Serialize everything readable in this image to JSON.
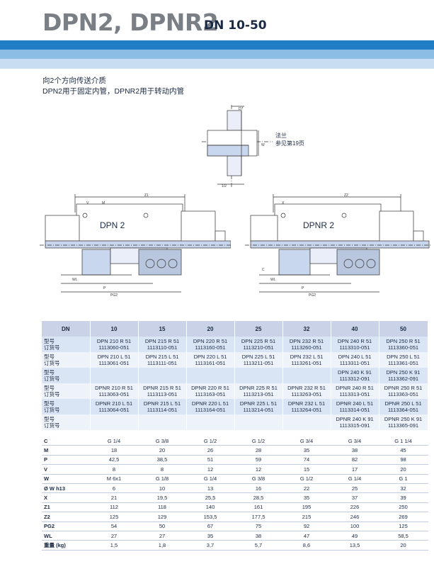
{
  "header": {
    "title": "DPN2, DPNR2",
    "subtitle": "DN 10-50"
  },
  "description": {
    "line1": "向2个方向传送介质",
    "line2": "DPN2用于固定内管，DPNR2用于转动内管"
  },
  "flange_note": {
    "line1": "法兰",
    "line2": "参见第19页"
  },
  "drawings": {
    "left_label": "DPN 2",
    "right_label": "DPNR 2",
    "dim_z1": "Z1",
    "dim_z2": "Z2",
    "dim_p": "P",
    "dim_pg2": "PG2",
    "dim_wl": "WL",
    "dim_v": "V",
    "dim_m": "M",
    "dim_x": "X",
    "dim_c": "C",
    "flange_w": "W",
    "flange_gt": "D7",
    "flange_bot": "1/2"
  },
  "table": {
    "dn_label": "DN",
    "sizes": [
      "10",
      "15",
      "20",
      "25",
      "32",
      "40",
      "50"
    ],
    "type_rows": [
      {
        "label1": "型号",
        "label2": "订货号",
        "cells": [
          [
            "DPN 210 R 51",
            "1113060-051"
          ],
          [
            "DPN 215 R 51",
            "1113110-051"
          ],
          [
            "DPN 220 R 51",
            "1113160-051"
          ],
          [
            "DPN 225 R 51",
            "1113210-051"
          ],
          [
            "DPN 232 R 51",
            "1113260-051"
          ],
          [
            "DPN 240 R 51",
            "1113310-051"
          ],
          [
            "DPN 250 R 51",
            "1113360-051"
          ]
        ]
      },
      {
        "label1": "型号",
        "label2": "订货号",
        "cells": [
          [
            "DPN 210 L 51",
            "1113061-051"
          ],
          [
            "DPN 215 L 51",
            "1113111-051"
          ],
          [
            "DPN 220 L 51",
            "1113161-051"
          ],
          [
            "DPN 225 L 51",
            "1113211-051"
          ],
          [
            "DPN 232 L 51",
            "1113261-051"
          ],
          [
            "DPN 240 L 51",
            "1113311-051"
          ],
          [
            "DPN 250 L 51",
            "1113361-051"
          ]
        ]
      },
      {
        "label1": "型号",
        "label2": "订货号",
        "cells": [
          [
            "",
            ""
          ],
          [
            "",
            ""
          ],
          [
            "",
            ""
          ],
          [
            "",
            ""
          ],
          [
            "",
            ""
          ],
          [
            "DPN 240 K 91",
            "1113312-091"
          ],
          [
            "DPN 250 K 91",
            "1113362-091"
          ]
        ]
      },
      {
        "label1": "型号",
        "label2": "订货号",
        "cells": [
          [
            "DPNR 210 R 51",
            "1113063-051"
          ],
          [
            "DPNR 215 R 51",
            "1113113-051"
          ],
          [
            "DPNR 220 R 51",
            "1113163-051"
          ],
          [
            "DPNR 225 R 51",
            "1113213-051"
          ],
          [
            "DPNR 232 R 51",
            "1113263-051"
          ],
          [
            "DPNR 240 R 51",
            "1113313-051"
          ],
          [
            "DPNR 250 R 51",
            "1113363-051"
          ]
        ]
      },
      {
        "label1": "型号",
        "label2": "订货号",
        "cells": [
          [
            "DPNR 210 L 51",
            "1113064-051"
          ],
          [
            "DPNR 215 L 51",
            "1113114-051"
          ],
          [
            "DPNR 220 L 51",
            "1113164-051"
          ],
          [
            "DPNR 225 L 51",
            "1113214-051"
          ],
          [
            "DPNR 232 L 51",
            "1113264-051"
          ],
          [
            "DPNR 240 L 51",
            "1113314-051"
          ],
          [
            "DPNR 250 L 51",
            "1113364-051"
          ]
        ]
      },
      {
        "label1": "型号",
        "label2": "订货号",
        "cells": [
          [
            "",
            ""
          ],
          [
            "",
            ""
          ],
          [
            "",
            ""
          ],
          [
            "",
            ""
          ],
          [
            "",
            ""
          ],
          [
            "DPNR 240 K 91",
            "1113315-091"
          ],
          [
            "DPNR 250 K 91",
            "1113365-091"
          ]
        ]
      }
    ],
    "spec_rows": [
      {
        "label": "C",
        "values": [
          "G 1/4",
          "G 3/8",
          "G 1/2",
          "G 1/2",
          "G 3/4",
          "G 3/4",
          "G 1 1/4"
        ]
      },
      {
        "label": "M",
        "values": [
          "18",
          "20",
          "26",
          "28",
          "35",
          "38",
          "45"
        ]
      },
      {
        "label": "P",
        "values": [
          "42,5",
          "38,5",
          "51",
          "59",
          "74",
          "82",
          "98"
        ]
      },
      {
        "label": "V",
        "values": [
          "8",
          "8",
          "12",
          "12",
          "15",
          "17",
          "20"
        ]
      },
      {
        "label": "W",
        "values": [
          "M 6x1",
          "G 1/8",
          "G 1/4",
          "G 3/8",
          "G 1/2",
          "G 1/4",
          "G 1"
        ]
      },
      {
        "label": "Ø W h13",
        "values": [
          "6",
          "10",
          "13",
          "16",
          "22",
          "25",
          "32"
        ]
      },
      {
        "label": "X",
        "values": [
          "21",
          "19,5",
          "25,5",
          "28,5",
          "35",
          "37",
          "39"
        ]
      },
      {
        "label": "Z1",
        "values": [
          "112",
          "118",
          "140",
          "161",
          "195",
          "226",
          "250"
        ]
      },
      {
        "label": "Z2",
        "values": [
          "125",
          "129",
          "153,5",
          "177,5",
          "215",
          "246",
          "269"
        ]
      },
      {
        "label": "PG2",
        "values": [
          "54",
          "50",
          "67",
          "75",
          "92",
          "100",
          "125"
        ]
      },
      {
        "label": "WL",
        "values": [
          "27",
          "27",
          "35",
          "38",
          "47",
          "49",
          "58,5"
        ]
      },
      {
        "label": "重量 (kg)",
        "values": [
          "1,5",
          "1,8",
          "3,7",
          "5,7",
          "8,6",
          "13,5",
          "20"
        ]
      }
    ]
  },
  "colors": {
    "band_dark": "#1f7ec6",
    "band_mid": "#8cbde4",
    "band_light": "#c8ddf0",
    "table_header": "#c9d2e6",
    "table_row": "#d9e5f5",
    "drawing_fill": "#c8d6ee"
  }
}
